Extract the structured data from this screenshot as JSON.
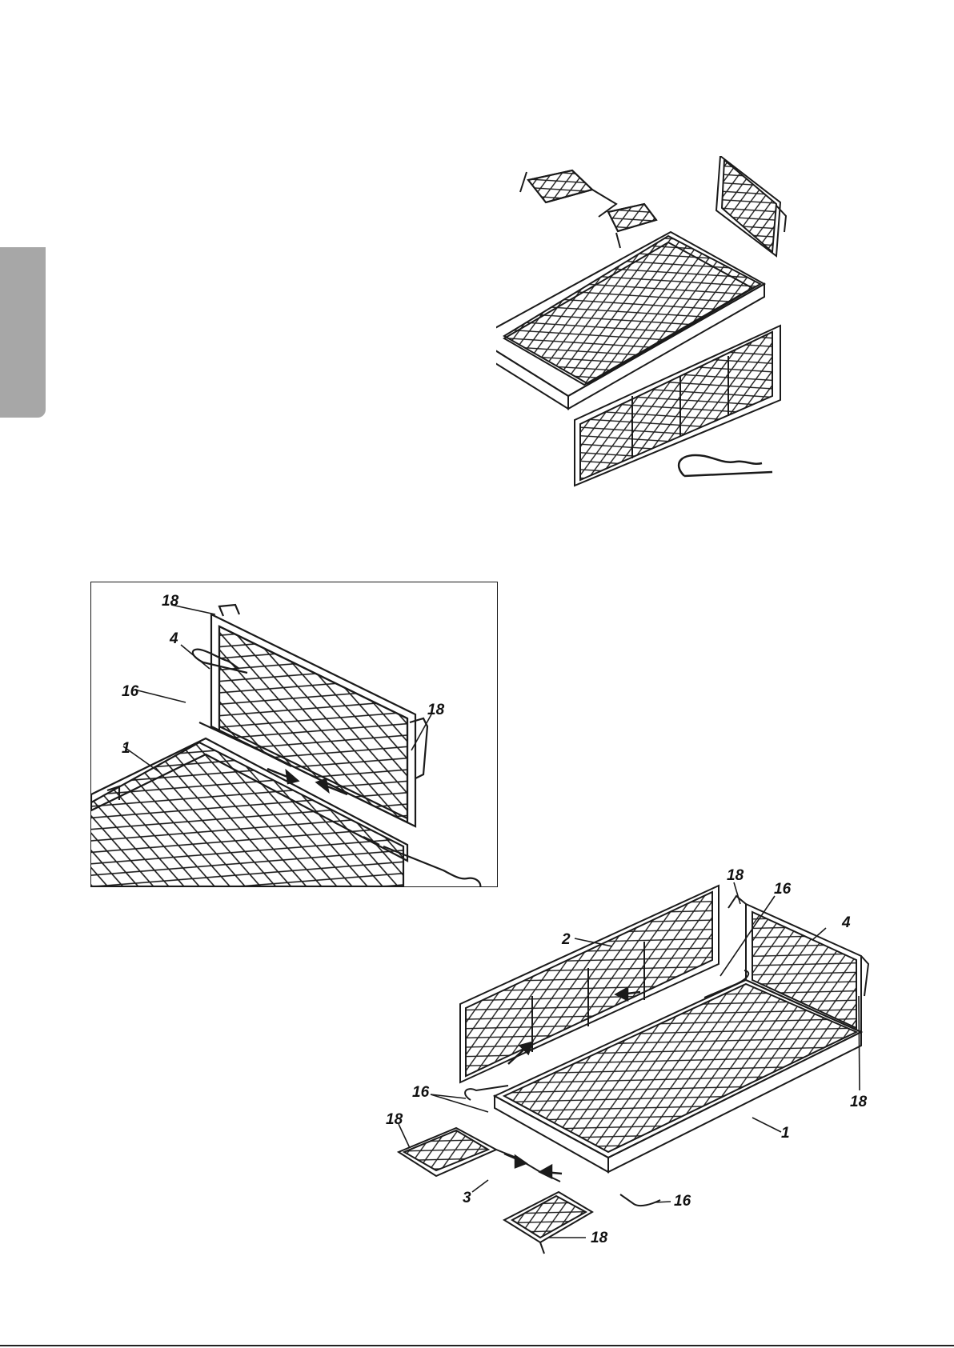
{
  "page": {
    "side_tab_color": "#a7a7a7",
    "line_color": "#1a1a1a"
  },
  "figure_detail": {
    "callouts": {
      "c18_top": "18",
      "c4": "4",
      "c16": "16",
      "c18_right": "18",
      "c1": "1"
    }
  },
  "figure_assembled": {
    "callouts": {
      "c18_top": "18",
      "c16_top": "16",
      "c2": "2",
      "c4": "4",
      "c18_right": "18",
      "c16_left": "16",
      "c18_left": "18",
      "c1": "1",
      "c3": "3",
      "c16_bottom": "16",
      "c18_bottom": "18"
    }
  }
}
